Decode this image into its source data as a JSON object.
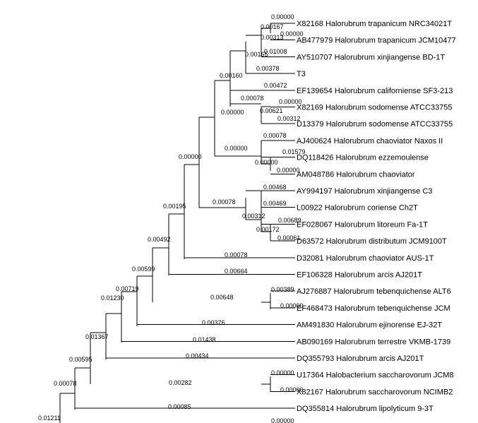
{
  "tree": {
    "taxa": [
      "X82168 Halorubrum trapanicum NRC34021T",
      "AB477979 Halorubrum trapanicum JCM10477",
      "AY510707 Halorubrum xinjiangense BD-1T",
      "T3",
      "EF139654 Halorubrum californiense SF3-213",
      "X82169 Halorubrum sodomense ATCC33755",
      "D13379 Halorubrum sodomense ATCC33755",
      "AJ400624 Halorubrum chaoviator Naxos II",
      "DQ118426 Halorubrum ezzemoulense",
      "AM048786 Halorubrum chaoviator",
      "AY994197 Halorubrum xinjiangense C3",
      "L00922 Halorubrum coriense Ch2T",
      "EF028067 Halorubrum litoreum Fa-1T",
      "D63572 Halorubrum distributum JCM9100T",
      "D32081 Halorubrum chaoviator AUS-1T",
      "EF106328 Halorubrum arcis AJ201T",
      "AJ276887 Halorubrum tebenquichense ALT6",
      "EF468473 Halorubrum tebenquichense JCM",
      "AM491830 Halorubrum ejinorense EJ-32T",
      "AB090169 Halorubrum terrestre VKMB-1739",
      "DQ355793 Halorubrum arcis AJ201T",
      "U17364 Halobacterium saccharovorum JCM8",
      "X82167 Halorubrum saccharovorum NCIMB2",
      "DQ355814 Halorubrum lipolyticum 9-3T"
    ],
    "branch_lengths": [
      "0.00000",
      "0.00167",
      "0.00000",
      "0.00313",
      "0.01008",
      "0.00165",
      "0.00378",
      "0.00160",
      "0.00472",
      "0.00078",
      "0.00000",
      "0.00621",
      "0.00312",
      "0.00000",
      "0.00078",
      "0.00000",
      "0.01579",
      "0.00000",
      "0.00000",
      "0.00000",
      "0.00468",
      "0.00078",
      "0.00469",
      "0.00312",
      "0.00689",
      "0.00172",
      "0.00061",
      "0.00195",
      "0.00078",
      "0.00492",
      "0.00664",
      "0.00599",
      "0.00389",
      "0.00648",
      "0.00000",
      "0.00719",
      "0.00376",
      "0.01230",
      "0.01438",
      "0.01367",
      "0.00434",
      "0.00595",
      "0.00000",
      "0.00282",
      "0.00000",
      "0.00078",
      "0.00085",
      "0.01211",
      "0.00000"
    ]
  }
}
